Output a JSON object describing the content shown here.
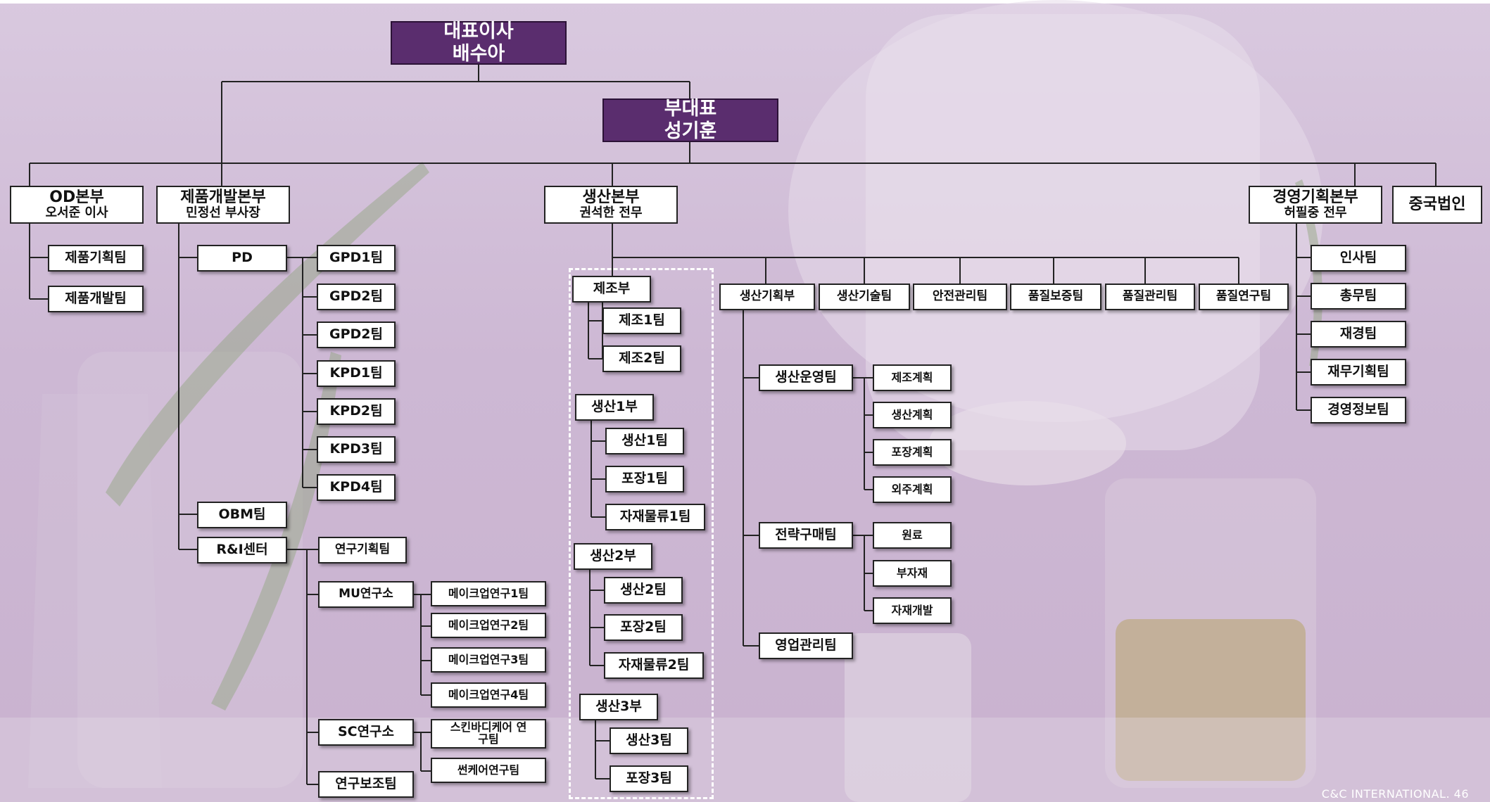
{
  "ceo": {
    "line1": "대표이사",
    "line2": "배수아"
  },
  "vice_ceo": {
    "line1": "부대표",
    "line2": "성기훈"
  },
  "od": {
    "title": "OD본부",
    "head": "오서준 이사",
    "teams": [
      "제품기획팀",
      "제품개발팀"
    ]
  },
  "pd_hq": {
    "title": "제품개발본부",
    "head": "민정선 부사장",
    "pd": {
      "label": "PD",
      "teams": [
        "GPD1팀",
        "GPD2팀",
        "GPD2팀",
        "KPD1팀",
        "KPD2팀",
        "KPD3팀",
        "KPD4팀"
      ]
    },
    "obm": "OBM팀",
    "rni": {
      "label": "R&I센터",
      "planning": "연구기획팀",
      "mu": {
        "label": "MU연구소",
        "teams": [
          "메이크업연구1팀",
          "메이크업연구2팀",
          "메이크업연구3팀",
          "메이크업연구4팀"
        ]
      },
      "sc": {
        "label": "SC연구소",
        "teams": [
          "스킨바디케어 연구팀",
          "썬케어연구팀"
        ]
      },
      "support": "연구보조팀"
    }
  },
  "production": {
    "title": "생산본부",
    "head": "권석한 전무",
    "mfg": {
      "label": "제조부",
      "teams": [
        "제조1팀",
        "제조2팀"
      ]
    },
    "prod1": {
      "label": "생산1부",
      "teams": [
        "생산1팀",
        "포장1팀",
        "자재물류1팀"
      ]
    },
    "prod2": {
      "label": "생산2부",
      "teams": [
        "생산2팀",
        "포장2팀",
        "자재물류2팀"
      ]
    },
    "prod3": {
      "label": "생산3부",
      "teams": [
        "생산3팀",
        "포장3팀"
      ]
    },
    "depts": [
      "생산기획부",
      "생산기술팀",
      "안전관리팀",
      "품질보증팀",
      "품질관리팀",
      "품질연구팀"
    ],
    "ops": {
      "label": "생산운영팀",
      "teams": [
        "제조계획",
        "생산계획",
        "포장계획",
        "외주계획"
      ]
    },
    "purchase": {
      "label": "전략구매팀",
      "teams": [
        "원료",
        "부자재",
        "자재개발"
      ]
    },
    "sales": "영업관리팀"
  },
  "mgmt": {
    "title": "경영기획본부",
    "head": "허필중 전무",
    "teams": [
      "인사팀",
      "총무팀",
      "재경팀",
      "재무기획팀",
      "경영정보팀"
    ]
  },
  "china": "중국법인",
  "footer": "C&C INTERNATIONAL.  46",
  "colors": {
    "executive": "#5a2d6e",
    "background": "#cdb8d4",
    "box": "#ffffff",
    "line": "#222222"
  }
}
